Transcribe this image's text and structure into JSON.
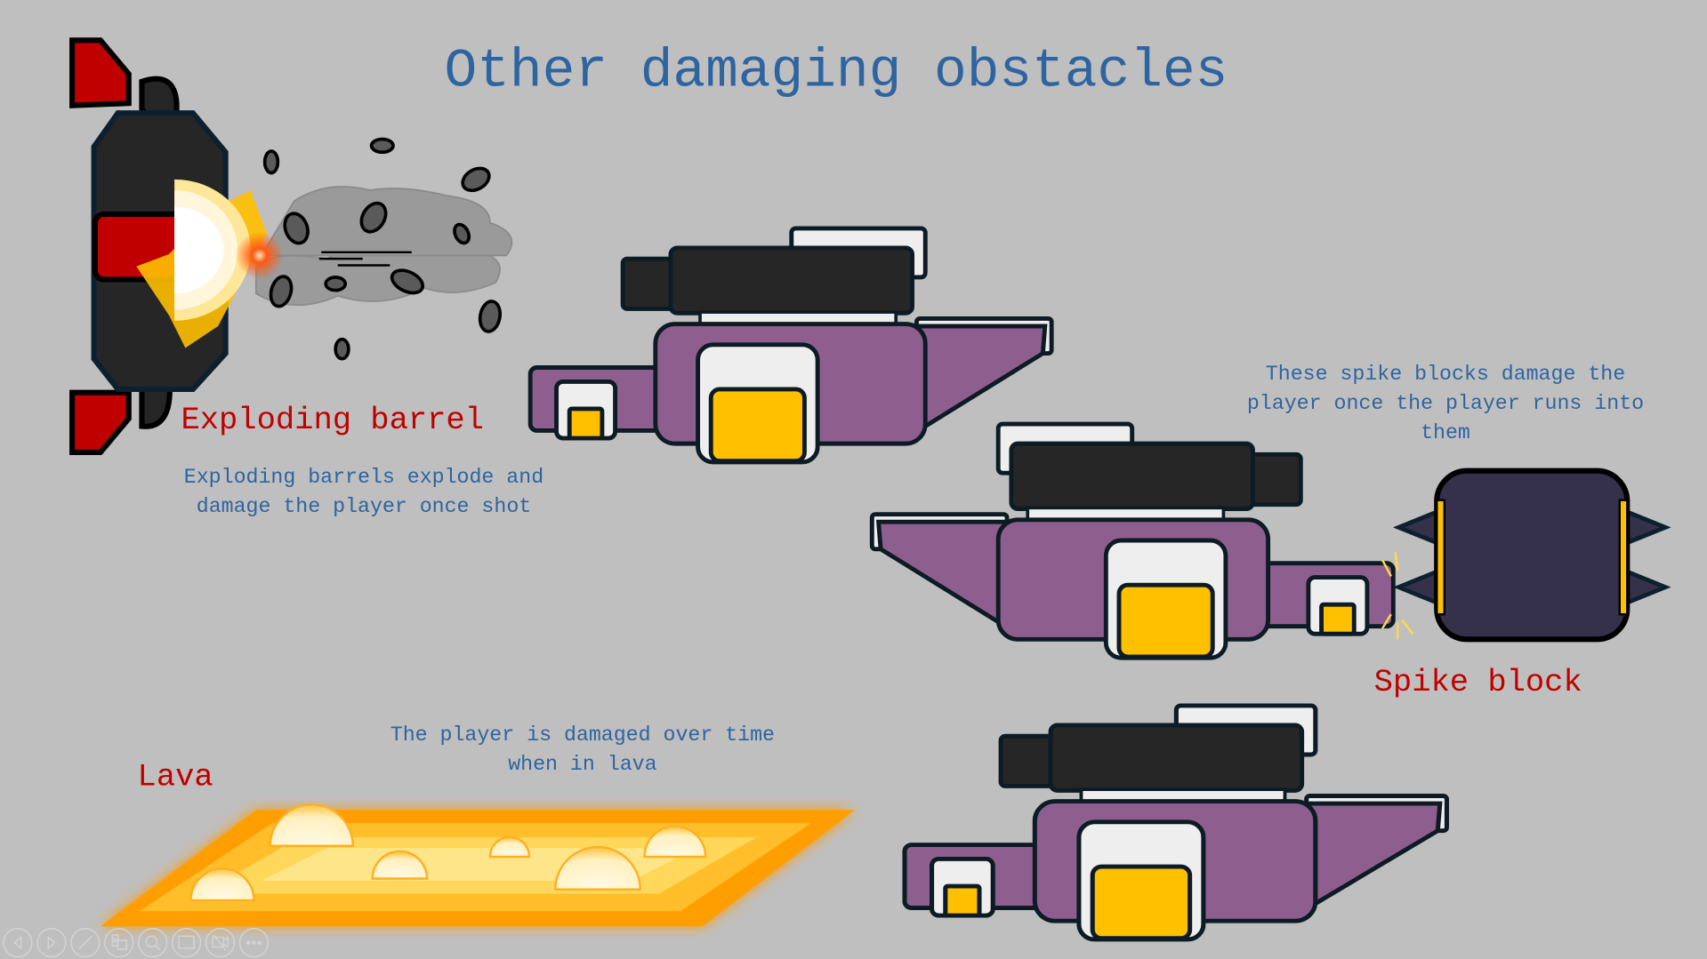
{
  "slide": {
    "title": "Other damaging obstacles",
    "barrel": {
      "label": "Exploding barrel",
      "desc_line1": "Exploding barrels explode and",
      "desc_line2": "damage the player once shot"
    },
    "spike": {
      "label": "Spike block",
      "desc_line1": "These spike blocks damage the",
      "desc_line2": "player once the player runs into",
      "desc_line3": "them"
    },
    "lava": {
      "label": "Lava",
      "desc_line1": "The player is damaged over time",
      "desc_line2": "when in lava"
    }
  },
  "colors": {
    "background": "#bfbfbf",
    "title_blue": "#2e64a0",
    "label_red": "#c00000",
    "purple": "#8e5f8e",
    "yellow": "#ffc000"
  },
  "controls": [
    "previous-icon",
    "next-icon",
    "pen-icon",
    "slides-grid-icon",
    "zoom-icon",
    "subtitles-icon",
    "camera-off-icon",
    "more-icon"
  ]
}
